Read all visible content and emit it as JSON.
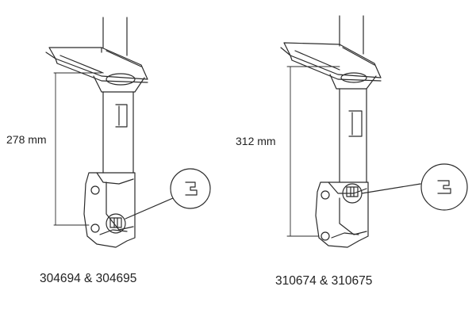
{
  "left_strut": {
    "dimension_label": "278 mm",
    "part_numbers": "304694 & 304695"
  },
  "right_strut": {
    "dimension_label": "312 mm",
    "part_numbers": "310674 & 310675"
  },
  "colors": {
    "line": "#2b2b2b",
    "background": "#ffffff"
  }
}
